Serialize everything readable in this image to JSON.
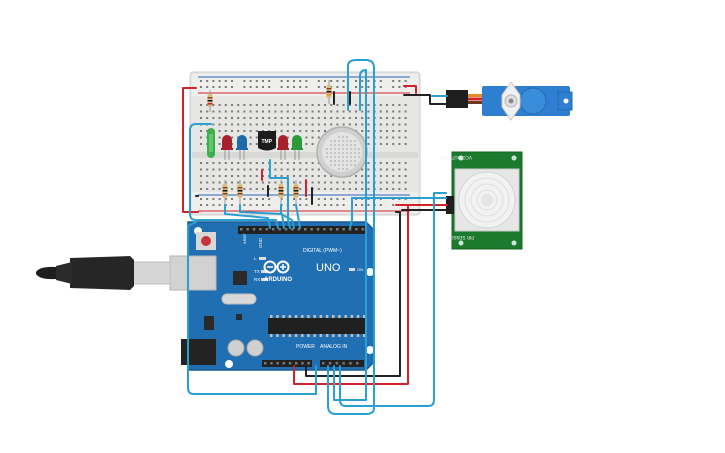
{
  "arduino": {
    "brand": "ARDUINO",
    "model": "UNO",
    "digital_label": "DIGITAL (PWM~)",
    "power_label": "POWER",
    "analog_label": "ANALOG IN",
    "tx": "TX",
    "rx": "RX",
    "on": "ON",
    "gnd": "GND",
    "aref": "AREF",
    "l": "L"
  },
  "sensor": {
    "temp_label": "TMP"
  },
  "pir": {
    "top_text": "VCC OUT GND",
    "bottom_text": "PIR SENSOR"
  },
  "colors": {
    "wire_blue": "#2aa0d0",
    "wire_red": "#d2232a",
    "wire_black": "#222222",
    "board": "#1f6fb2",
    "breadboard": "#e8e8e6",
    "pir_pcb": "#1b7a2e",
    "servo": "#2f7fd0"
  }
}
